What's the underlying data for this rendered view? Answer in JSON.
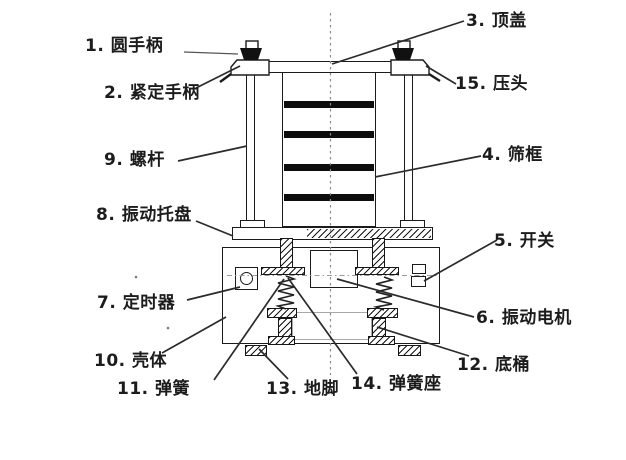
{
  "parts": [
    {
      "label": "1. 圆手柄"
    },
    {
      "label": "2. 紧定手柄"
    },
    {
      "label": "3. 顶盖"
    },
    {
      "label": "4. 筛框"
    },
    {
      "label": "5. 开关"
    },
    {
      "label": "6. 振动电机"
    },
    {
      "label": "7. 定时器"
    },
    {
      "label": "8. 振动托盘"
    },
    {
      "label": "9. 螺杆"
    },
    {
      "label": "10. 壳体"
    },
    {
      "label": "11. 弹簧"
    },
    {
      "label": "12. 底桶"
    },
    {
      "label": "13. 地脚"
    },
    {
      "label": "14. 弹簧座"
    },
    {
      "label": "15. 压头"
    }
  ],
  "colors": {
    "background": "#ffffff",
    "ink": "#1c1c1c",
    "line": "#2b2b2b",
    "sieve_band": "#0d0d0d",
    "dashed_centerline": "#8c8c8c"
  }
}
